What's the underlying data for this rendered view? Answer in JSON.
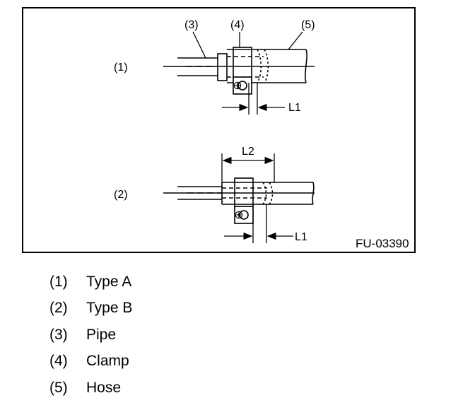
{
  "figure": {
    "id": "FU-03390",
    "callouts": {
      "type_a": "(1)",
      "type_b": "(2)",
      "pipe": "(3)",
      "clamp": "(4)",
      "hose": "(5)"
    },
    "dimensions": {
      "l1": "L1",
      "l2": "L2"
    },
    "clamp_symbol": "⊕"
  },
  "legend": [
    {
      "num": "(1)",
      "label": "Type A"
    },
    {
      "num": "(2)",
      "label": "Type B"
    },
    {
      "num": "(3)",
      "label": "Pipe"
    },
    {
      "num": "(4)",
      "label": "Clamp"
    },
    {
      "num": "(5)",
      "label": "Hose"
    }
  ]
}
